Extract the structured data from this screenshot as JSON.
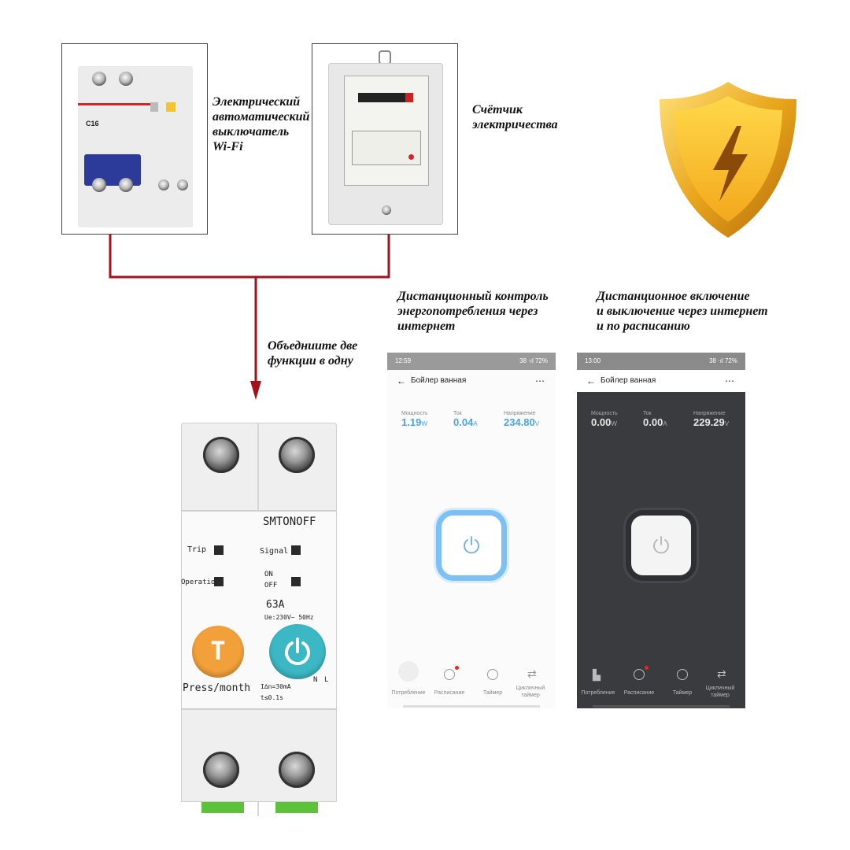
{
  "captions": {
    "breaker": "Электрический\nавтоматический\nвыключатель\nWi-Fi",
    "meter": "Счётчик\nэлектричества",
    "combine": "Объедниите две\nфункции в одну",
    "remote_monitor": "Дистанционный контроль\nэнергопотребления через\nинтернет",
    "remote_switch": "Дистанционное включение\nи выключение через интернет\nи по расписанию"
  },
  "breaker_photo": {
    "rating": "C16"
  },
  "device": {
    "brand": "SMTONOFF",
    "trip_label": "Trip",
    "operation_label": "Operation",
    "signal_label": "Signal",
    "on_label": "ON",
    "off_label": "OFF",
    "current_rating": "63A",
    "voltage_spec": "Ue:230V~ 50Hz",
    "test_button_letter": "T",
    "press_label": "Press/month",
    "leak_spec_1": "I∆n=30mA",
    "leak_spec_2": "t≤0.1s",
    "terminal_n": "N",
    "terminal_l": "L",
    "colors": {
      "test_button": "#f2a03a",
      "power_button": "#3bb8c4"
    }
  },
  "phones": [
    {
      "theme": "light",
      "status_time": "12:59",
      "status_right": "38 ‧ıl 72%",
      "title": "Бойлер ванная",
      "metrics": [
        {
          "label": "Мощность",
          "value": "1.19",
          "unit": "W"
        },
        {
          "label": "Ток",
          "value": "0.04",
          "unit": "A"
        },
        {
          "label": "Напряжение",
          "value": "234.80",
          "unit": "V"
        }
      ],
      "tabs": [
        "Потребление",
        "Расписание",
        "Таймер",
        "Цикличный таймер"
      ],
      "accent": "#4aa3ea"
    },
    {
      "theme": "dark",
      "status_time": "13:00",
      "status_right": "38 ‧ıl 72%",
      "title": "Бойлер ванная",
      "metrics": [
        {
          "label": "Мощность",
          "value": "0.00",
          "unit": "W"
        },
        {
          "label": "Ток",
          "value": "0.00",
          "unit": "A"
        },
        {
          "label": "Напряжение",
          "value": "229.29",
          "unit": "V"
        }
      ],
      "tabs": [
        "Потребление",
        "Расписание",
        "Таймер",
        "Цикличный таймер"
      ],
      "accent": "#ffffff"
    }
  ]
}
